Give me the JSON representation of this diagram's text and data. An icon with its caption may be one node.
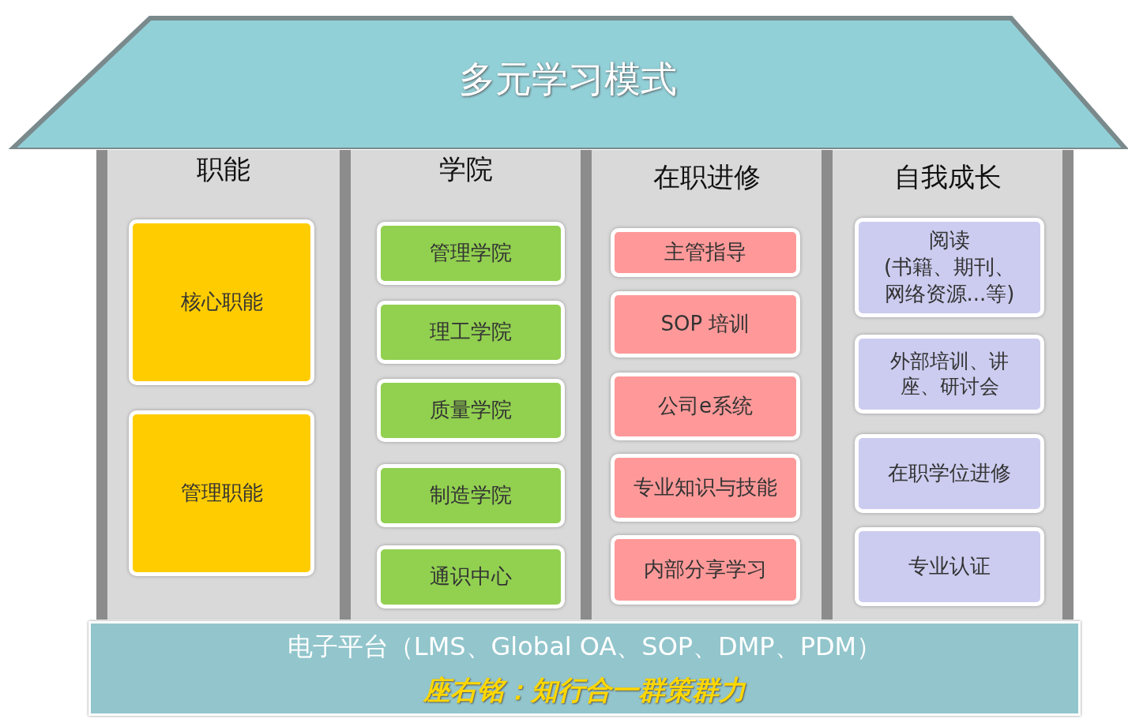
{
  "diagram": {
    "nodes": [
      {
        "text": [
          "多元学习模式"
        ]
      },
      {
        "text": [
          "职能"
        ]
      },
      {
        "text": [
          "核心职能"
        ],
        "in": 1
      },
      {
        "text": [
          "管理职能"
        ],
        "in": 1
      },
      {
        "text": [
          "学院"
        ]
      },
      {
        "text": [
          "管理学院"
        ],
        "in": 4
      },
      {
        "text": [
          "理工学院"
        ],
        "in": 4
      },
      {
        "text": [
          "质量学院"
        ],
        "in": 4
      },
      {
        "text": [
          "制造学院"
        ],
        "in": 4
      },
      {
        "text": [
          "通识中心"
        ],
        "in": 4
      },
      {
        "text": [
          "在职进修"
        ]
      },
      {
        "text": [
          "主管指导"
        ],
        "in": 10
      },
      {
        "text": [
          "SOP 培训"
        ],
        "in": 10
      },
      {
        "text": [
          "公司e系统"
        ],
        "in": 10
      },
      {
        "text": [
          "专业知识与技能"
        ],
        "in": 10
      },
      {
        "text": [
          "内部分享学习"
        ],
        "in": 10
      },
      {
        "text": [
          "自我成长"
        ]
      },
      {
        "text": [
          "阅读",
          "(书籍、期刊、网络资源...等)"
        ],
        "in": 16
      },
      {
        "text": [
          "外部培训、讲座、研讨会"
        ],
        "in": 16
      },
      {
        "text": [
          "在职学位进修"
        ],
        "in": 16
      },
      {
        "text": [
          "专业认证"
        ],
        "in": 16
      },
      {
        "text": [
          "电子平台（LMS、Global OA、SOP、DMP、PDM）",
          "座右铭：知行合一群策群力"
        ]
      }
    ]
  }
}
